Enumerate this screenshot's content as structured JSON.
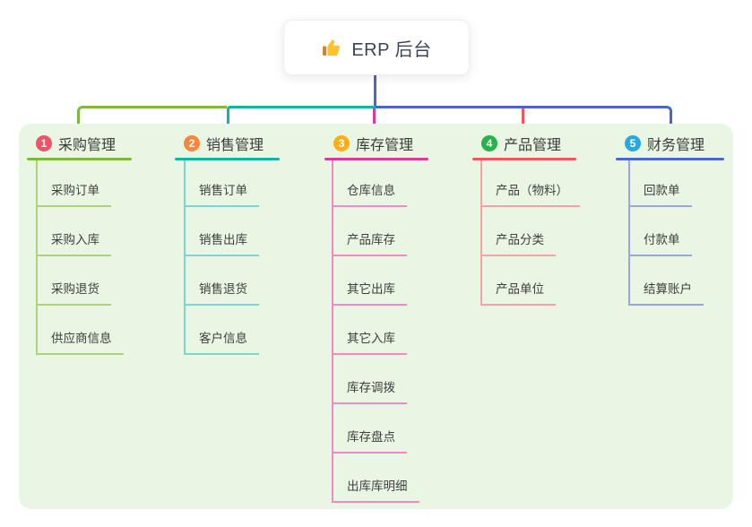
{
  "root": {
    "label": "ERP 后台",
    "icon": "thumbs-up-icon",
    "icon_color": "#f9c22e",
    "icon_cuff_color": "#c98434",
    "line_color": "#4a67c8"
  },
  "panel_bg": "#e9f6e3",
  "branches": [
    {
      "num": "1",
      "title": "采购管理",
      "badge_color": "#ea5569",
      "line_color": "#7cb93e",
      "child_line_color": "#abd37e",
      "children": [
        "采购订单",
        "采购入库",
        "采购退货",
        "供应商信息"
      ]
    },
    {
      "num": "2",
      "title": "销售管理",
      "badge_color": "#f7873c",
      "line_color": "#13b3a6",
      "child_line_color": "#7fd4cc",
      "children": [
        "销售订单",
        "销售出库",
        "销售退货",
        "客户信息"
      ]
    },
    {
      "num": "3",
      "title": "库存管理",
      "badge_color": "#fbae17",
      "line_color": "#d33c9e",
      "child_line_color": "#ef8ac6",
      "children": [
        "仓库信息",
        "产品库存",
        "其它出库",
        "其它入库",
        "库存调拨",
        "库存盘点",
        "出库库明细"
      ]
    },
    {
      "num": "4",
      "title": "产品管理",
      "badge_color": "#27b24b",
      "line_color": "#f4565e",
      "child_line_color": "#f9a0a4",
      "children": [
        "产品（物料）",
        "产品分类",
        "产品单位"
      ]
    },
    {
      "num": "5",
      "title": "财务管理",
      "badge_color": "#29a7de",
      "line_color": "#4a69c7",
      "child_line_color": "#96a9de",
      "children": [
        "回款单",
        "付款单",
        "结算账户"
      ]
    }
  ]
}
